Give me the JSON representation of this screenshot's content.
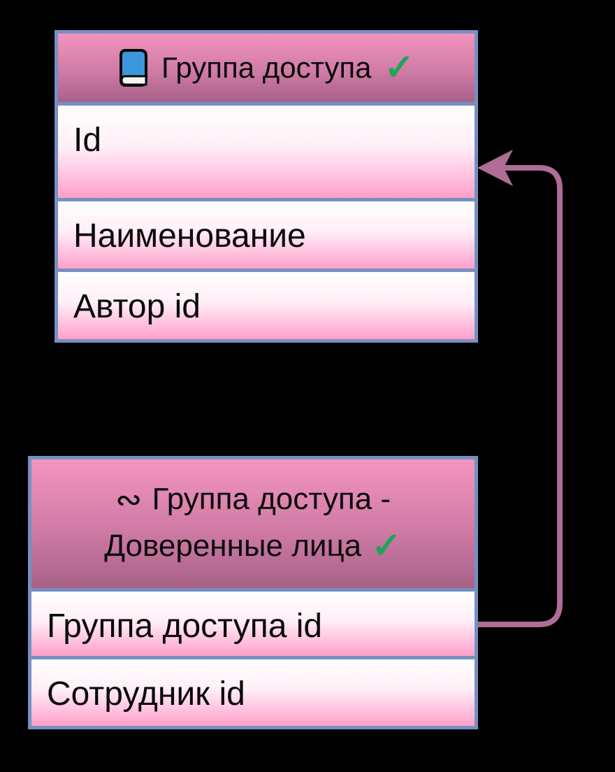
{
  "colors": {
    "background": "#000000",
    "entity_border": "#7590c1",
    "header_gradient_top": "#f394bf",
    "header_gradient_bottom": "#a86188",
    "row_gradient_top": "#fffeff",
    "row_gradient_bottom": "#ff9fcb",
    "arrow": "#af6c94",
    "checkmark_green": "#23a258",
    "book_icon_blue": "#3d96db"
  },
  "entities": [
    {
      "title": "Группа доступа",
      "icon": "book-icon",
      "check": "✓",
      "fields": [
        "Id",
        "Наименование",
        "Автор id"
      ]
    },
    {
      "infinity": "∾",
      "title_line1": "Группа доступа -",
      "title_line2": "Доверенные лица",
      "check": "✓",
      "fields": [
        "Группа доступа id",
        "Сотрудник id"
      ]
    }
  ],
  "relationship": {
    "from_field": "Группа доступа id",
    "to_field": "Id",
    "direction": "bottom-entity-to-top-entity"
  }
}
